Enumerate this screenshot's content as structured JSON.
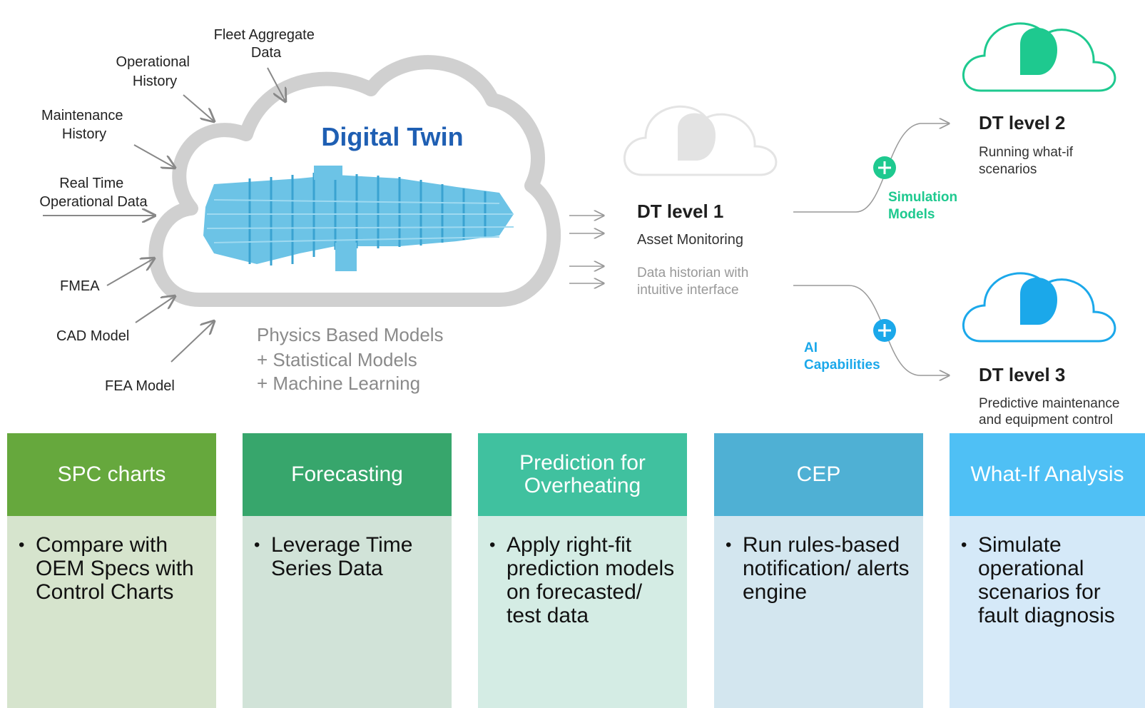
{
  "inputs": [
    "Fleet Aggregate Data",
    "Operational History",
    "Maintenance History",
    "Real Time Operational Data",
    "FMEA",
    "CAD Model",
    "FEA Model"
  ],
  "inputs_lines": {
    "fleet": [
      "Fleet Aggregate",
      "Data"
    ],
    "operational": [
      "Operational",
      "History"
    ],
    "maintenance": [
      "Maintenance",
      "History"
    ],
    "realtime": [
      "Real Time",
      "Operational Data"
    ],
    "fmea": "FMEA",
    "cad": "CAD Model",
    "fea": "FEA Model"
  },
  "digital_twin": {
    "title": "Digital Twin",
    "models": [
      "Physics Based Models",
      "+ Statistical Models",
      "+ Machine Learning"
    ]
  },
  "levels": {
    "l1": {
      "title": "DT level 1",
      "subtitle": "Asset Monitoring",
      "desc": [
        "Data historian with",
        "intuitive interface"
      ]
    },
    "l2": {
      "title": "DT level 2",
      "desc": [
        "Running what-if",
        "scenarios"
      ]
    },
    "l3": {
      "title": "DT level 3",
      "desc": [
        "Predictive maintenance",
        "and equipment control"
      ]
    }
  },
  "connectors": {
    "simulation": [
      "Simulation",
      "Models"
    ],
    "ai": [
      "AI",
      "Capabilities"
    ]
  },
  "colors": {
    "green_accent": "#1ec98f",
    "blue_accent": "#1ba8ea",
    "cloud_grey": "#cccccc",
    "title_blue": "#1f5fb3"
  },
  "cards": [
    {
      "title": "SPC charts",
      "bullets": [
        "Compare with OEM Specs with Control Charts"
      ],
      "head": "#66a83d",
      "body": "#d6e4cd"
    },
    {
      "title": "Forecasting",
      "bullets": [
        "Leverage Time Series Data"
      ],
      "head": "#37a66c",
      "body": "#d1e3d8"
    },
    {
      "title": "Prediction for Overheating",
      "bullets": [
        "Apply right-fit prediction models on forecasted/ test data"
      ],
      "head": "#40c19f",
      "body": "#d4ece4"
    },
    {
      "title": "CEP",
      "bullets": [
        "Run rules-based notification/ alerts engine"
      ],
      "head": "#4fb0d4",
      "body": "#d3e6ef"
    },
    {
      "title": "What-If Analysis",
      "bullets": [
        "Simulate operational scenarios for fault diagnosis"
      ],
      "head": "#4fc0f5",
      "body": "#d5e9f8"
    }
  ]
}
